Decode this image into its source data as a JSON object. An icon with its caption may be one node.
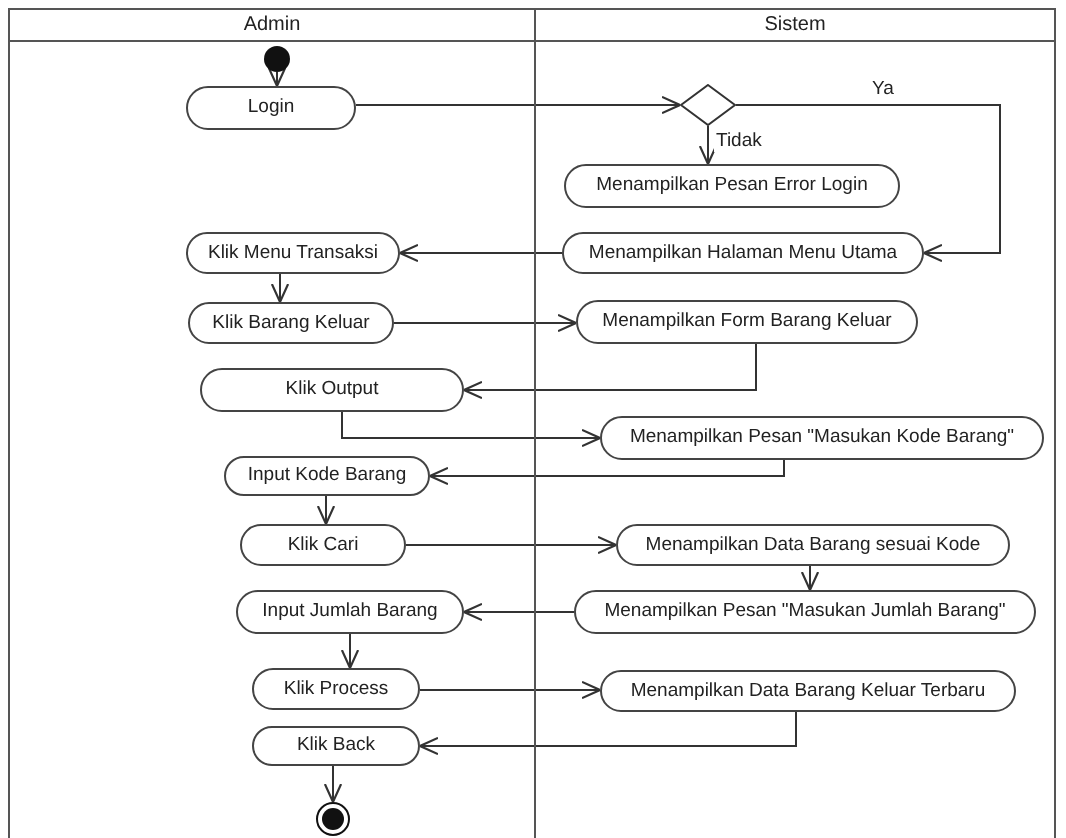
{
  "diagram": {
    "nodes": [
      {
        "text": [
          "Admin"
        ]
      },
      {
        "text": [
          "Sistem"
        ]
      },
      {
        "text": [],
        "shape": "circle",
        "in": 0
      },
      {
        "text": [
          "Login"
        ],
        "in": 0
      },
      {
        "text": [],
        "shape": "diamond",
        "in": 1
      },
      {
        "text": [
          "Menampilkan Pesan Error Login"
        ],
        "in": 1
      },
      {
        "text": [
          "Menampilkan Halaman Menu Utama"
        ],
        "in": 1
      },
      {
        "text": [
          "Klik Menu Transaksi"
        ],
        "in": 0
      },
      {
        "text": [
          "Klik Barang Keluar"
        ],
        "in": 0
      },
      {
        "text": [
          "Menampilkan Form Barang Keluar"
        ],
        "in": 1
      },
      {
        "text": [
          "Klik Output"
        ],
        "in": 0
      },
      {
        "text": [
          "Menampilkan Pesan \"Masukan Kode Barang\""
        ],
        "in": 1
      },
      {
        "text": [
          "Input Kode Barang"
        ],
        "in": 0
      },
      {
        "text": [
          "Klik Cari"
        ],
        "in": 0
      },
      {
        "text": [
          "Menampilkan Data Barang sesuai Kode"
        ],
        "in": 1
      },
      {
        "text": [
          "Menampilkan Pesan \"Masukan Jumlah Barang\""
        ],
        "in": 1
      },
      {
        "text": [
          "Input Jumlah Barang"
        ],
        "in": 0
      },
      {
        "text": [
          "Klik Process"
        ],
        "in": 0
      },
      {
        "text": [
          "Menampilkan Data Barang Keluar Terbaru"
        ],
        "in": 1
      },
      {
        "text": [
          "Klik Back"
        ],
        "in": 0
      },
      {
        "text": [],
        "shape": "circle",
        "in": 0
      }
    ],
    "edges": [
      {
        "from": 2,
        "to": 3,
        "arrow": "to"
      },
      {
        "from": 3,
        "to": 4,
        "arrow": "to"
      },
      {
        "from": 4,
        "to": 5,
        "arrow": "to",
        "label": "Tidak"
      },
      {
        "from": 4,
        "to": 6,
        "arrow": "to",
        "label": "Ya"
      },
      {
        "from": 6,
        "to": 7,
        "arrow": "to"
      },
      {
        "from": 7,
        "to": 8,
        "arrow": "to"
      },
      {
        "from": 8,
        "to": 9,
        "arrow": "to"
      },
      {
        "from": 9,
        "to": 10,
        "arrow": "to"
      },
      {
        "from": 10,
        "to": 11,
        "arrow": "to"
      },
      {
        "from": 11,
        "to": 12,
        "arrow": "to"
      },
      {
        "from": 12,
        "to": 13,
        "arrow": "to"
      },
      {
        "from": 13,
        "to": 14,
        "arrow": "to"
      },
      {
        "from": 14,
        "to": 15,
        "arrow": "to"
      },
      {
        "from": 15,
        "to": 16,
        "arrow": "to"
      },
      {
        "from": 16,
        "to": 17,
        "arrow": "to"
      },
      {
        "from": 17,
        "to": 18,
        "arrow": "to"
      },
      {
        "from": 18,
        "to": 19,
        "arrow": "to"
      },
      {
        "from": 19,
        "to": 20,
        "arrow": "to"
      }
    ]
  }
}
